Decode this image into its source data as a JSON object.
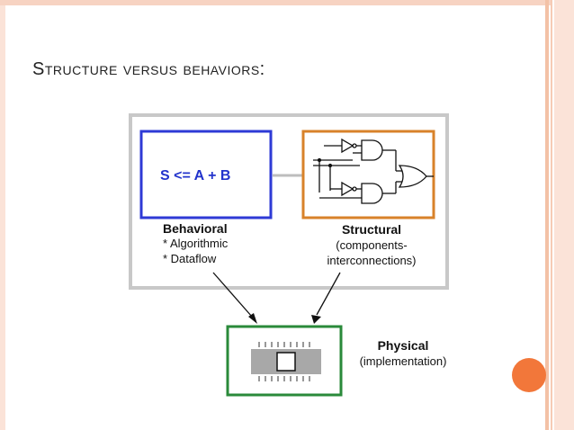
{
  "slide": {
    "title": "Structure versus behaviors:"
  },
  "diagram": {
    "behavioral_box_text": "S <= A + B",
    "behavioral_label": "Behavioral",
    "behavioral_items": [
      "* Algorithmic",
      "* Dataflow"
    ],
    "structural_label": "Structural",
    "structural_caption_line1": "(components-",
    "structural_caption_line2": "interconnections)",
    "physical_label": "Physical",
    "physical_caption": "(implementation)"
  },
  "colors": {
    "accent": "#f2773a",
    "behavioral_border": "#2e3ad6",
    "structural_border": "#d8822a",
    "physical_border": "#2a8a3a",
    "frame": "#c8c8c8"
  }
}
